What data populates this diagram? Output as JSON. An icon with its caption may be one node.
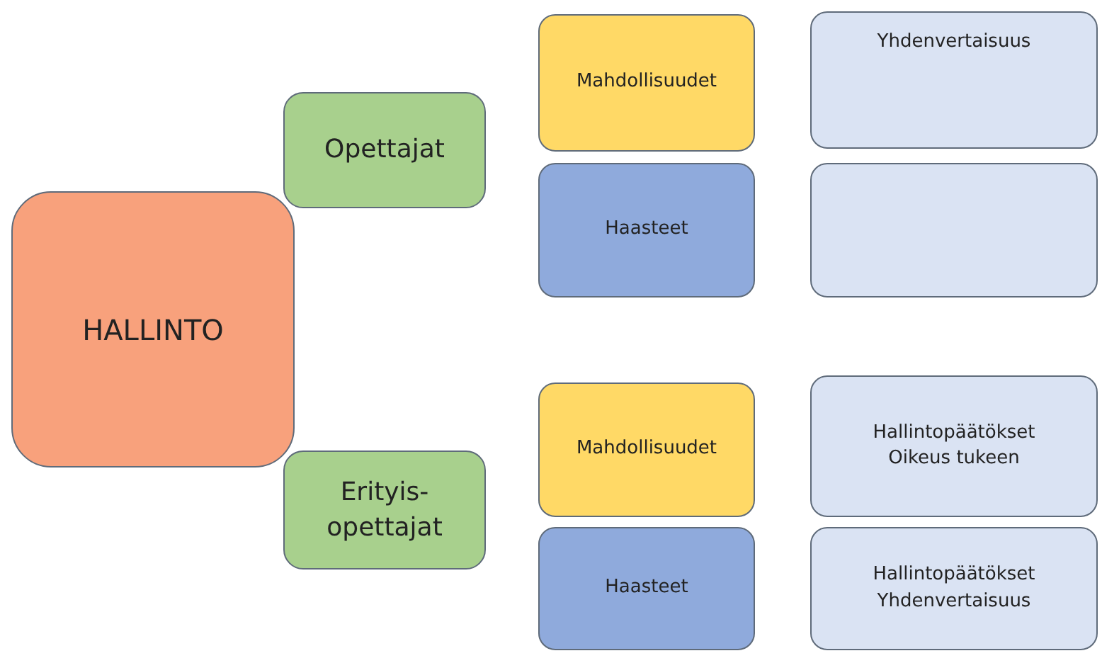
{
  "diagram": {
    "nodes": [
      {
        "text": [
          "HALLINTO"
        ]
      },
      {
        "text": [
          "Opettajat"
        ]
      },
      {
        "text": [
          "Mahdollisuudet"
        ]
      },
      {
        "text": [
          "Yhdenvertaisuus"
        ]
      },
      {
        "text": [
          "Haasteet"
        ]
      },
      {
        "text": [],
        "shape": "box"
      },
      {
        "text": [
          "Erityis- opettajat"
        ]
      },
      {
        "text": [
          "Mahdollisuudet"
        ]
      },
      {
        "text": [
          "Hallintopäätökset",
          "Oikeus tukeen"
        ]
      },
      {
        "text": [
          "Haasteet"
        ]
      },
      {
        "text": [
          "Hallintopäätökset",
          "Yhdenvertaisuus"
        ]
      }
    ]
  }
}
